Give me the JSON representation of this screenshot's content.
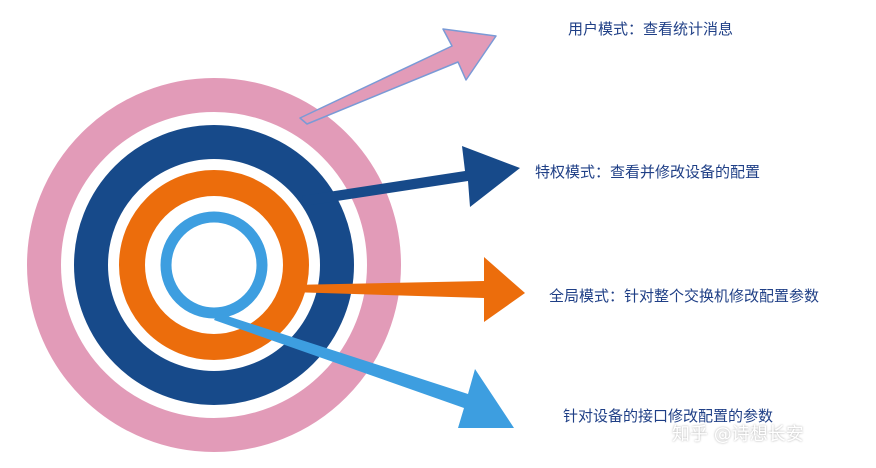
{
  "colors": {
    "pink": "#e29bb8",
    "navy": "#174a8a",
    "orange": "#ec6d0c",
    "light_blue": "#3d9ee0",
    "text": "#1f3f86"
  },
  "labels": {
    "user_mode": "用户模式：查看统计消息",
    "privileged_mode": "特权模式：查看并修改设备的配置",
    "global_mode": "全局模式：针对整个交换机修改配置参数",
    "interface_mode": "针对设备的接口修改配置的参数"
  },
  "watermark": "知乎 @诗想长安"
}
